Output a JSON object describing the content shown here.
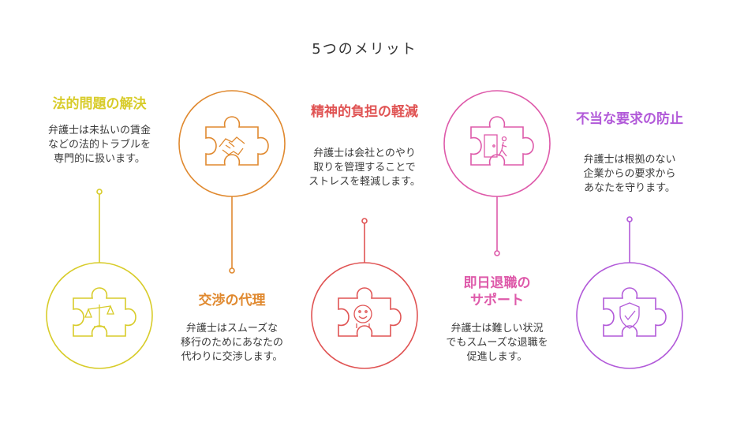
{
  "title": "5つのメリット",
  "items": [
    {
      "heading": "法的問題の解決",
      "lines": [
        "弁護士は未払いの賃金",
        "などの法的トラブルを",
        "専門的に扱います。"
      ],
      "color": "#d8cc2a",
      "icon": "scales-icon"
    },
    {
      "heading": "交渉の代理",
      "lines": [
        "弁護士はスムーズな",
        "移行のためにあなたの",
        "代わりに交渉します。"
      ],
      "color": "#e0892f",
      "icon": "handshake-icon"
    },
    {
      "heading": "精神的負担の軽減",
      "lines": [
        "弁護士は会社とのやり",
        "取りを管理することで",
        "ストレスを軽減します。"
      ],
      "color": "#e05454",
      "icon": "calm-mind-icon"
    },
    {
      "heading_lines": [
        "即日退職の",
        "サポート"
      ],
      "lines": [
        "弁護士は難しい状況",
        "でもスムーズな退職を",
        "促進します。"
      ],
      "color": "#de5aaa",
      "icon": "exit-door-icon"
    },
    {
      "heading": "不当な要求の防止",
      "lines": [
        "弁護士は根拠のない",
        "企業からの要求から",
        "あなたを守ります。"
      ],
      "color": "#b25ad9",
      "icon": "shield-check-icon"
    }
  ]
}
